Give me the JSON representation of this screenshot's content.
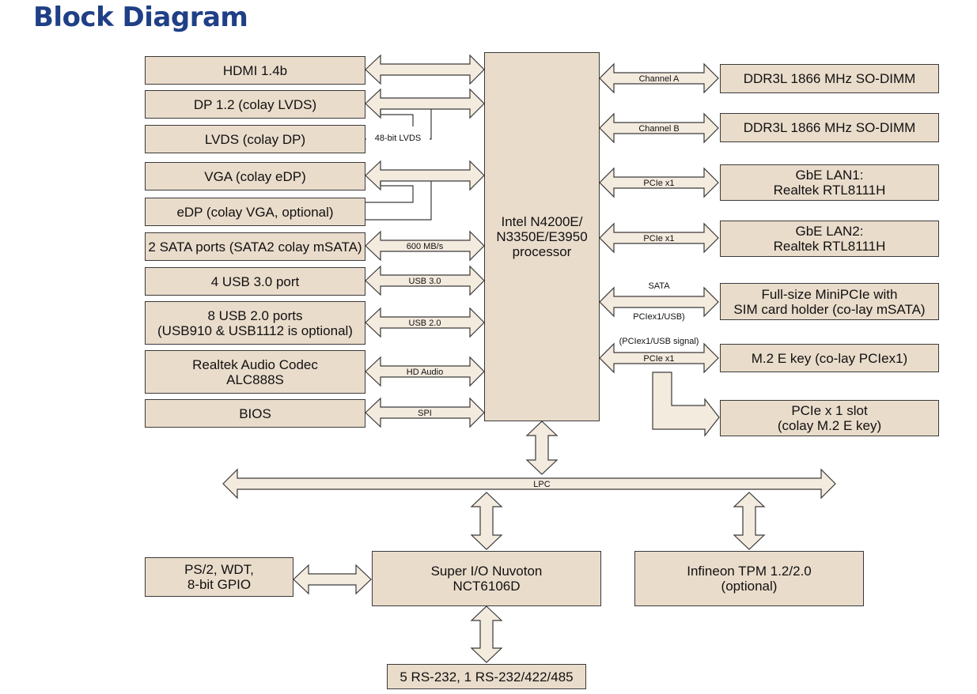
{
  "title": "Block Diagram",
  "colors": {
    "title": "#1f3f86",
    "box_fill": "#eadccb",
    "stroke": "#3a3a3a"
  },
  "blocks": {
    "hdmi": "HDMI 1.4b",
    "dp": "DP 1.2 (colay LVDS)",
    "lvds": "LVDS (colay DP)",
    "vga": "VGA (colay eDP)",
    "edp": "eDP (colay VGA, optional)",
    "sata": "2 SATA ports (SATA2 colay mSATA)",
    "usb3": "4 USB 3.0 port",
    "usb2": "8 USB 2.0 ports\n(USB910 & USB1112 is optional)",
    "audio": "Realtek Audio Codec\nALC888S",
    "bios": "BIOS",
    "cpu": "Intel N4200E/\nN3350E/E3950\nprocessor",
    "ddr_a": "DDR3L 1866 MHz SO-DIMM",
    "ddr_b": "DDR3L 1866 MHz SO-DIMM",
    "lan1": "GbE LAN1:\nRealtek RTL8111H",
    "lan2": "GbE LAN2:\nRealtek RTL8111H",
    "minipcie": "Full-size MiniPCIe with\nSIM card holder (co-lay mSATA)",
    "m2": "M.2 E key (co-lay PCIex1)",
    "pcie_slot": "PCIe x 1 slot\n(colay M.2 E key)",
    "ps2": "PS/2, WDT,\n8-bit GPIO",
    "superio": "Super I/O Nuvoton\nNCT6106D",
    "tpm": "Infineon TPM 1.2/2.0\n(optional)",
    "serial": "5 RS-232, 1 RS-232/422/485"
  },
  "links": {
    "lvds_48": "48-bit LVDS",
    "sata_speed": "600 MB/s",
    "usb3": "USB 3.0",
    "usb2": "USB 2.0",
    "hd_audio": "HD Audio",
    "spi": "SPI",
    "channel_a": "Channel A",
    "channel_b": "Channel B",
    "pcie_lan1": "PCIe x1",
    "pcie_lan2": "PCIe x1",
    "sata_mini": "SATA",
    "pciex1_usb": "PCIex1/USB)",
    "pciex1_usb_signal": "(PCIex1/USB signal)",
    "pcie_m2": "PCIe x1",
    "lpc": "LPC"
  }
}
